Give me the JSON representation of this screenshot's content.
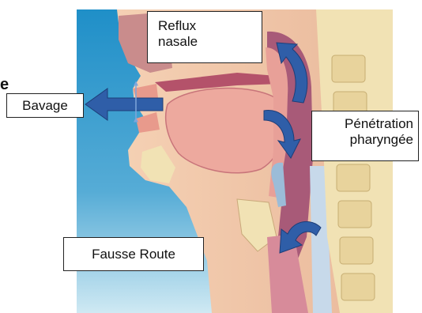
{
  "labels": {
    "reflux": "Reflux nasale",
    "bavage": "Bavage",
    "penetration": "Pénétration pharyngée",
    "fausse_route": "Fausse Route",
    "edge_fragment": "e"
  },
  "colors": {
    "background_top": "#1f8fc8",
    "background_bottom": "#cfe9f3",
    "skin": "#f2c9a8",
    "tissue": "#e8a098",
    "dark_tissue": "#b4526a",
    "airway": "#a85a78",
    "bone": "#f1e2b4",
    "arrow_blue": "#2f5ea8",
    "arrow_light": "#7fa6da"
  },
  "icons": [
    "curved-arrow-icon",
    "left-arrow-icon",
    "double-arrow-icon"
  ]
}
